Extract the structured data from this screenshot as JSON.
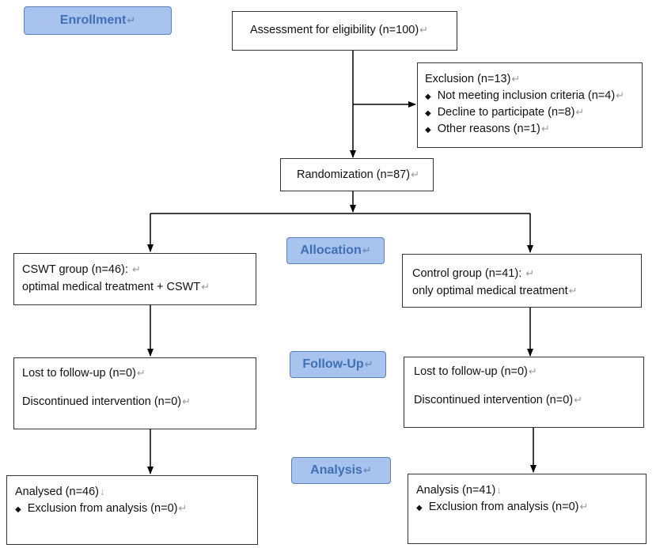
{
  "stages": {
    "enrollment": "Enrollment",
    "allocation": "Allocation",
    "follow_up": "Follow-Up",
    "analysis": "Analysis"
  },
  "paragraph_mark": "↵",
  "line_break_mark": "↓",
  "bullet_glyph": "◆",
  "assessment": "Assessment for eligibility (n=100)",
  "exclusion": {
    "title": "Exclusion (n=13)",
    "items": [
      "Not meeting inclusion criteria (n=4)",
      "Decline to participate (n=8)",
      "Other reasons (n=1)"
    ]
  },
  "randomization": "Randomization (n=87)",
  "cswt": {
    "allocation": {
      "line1": "CSWT group (n=46):",
      "line2": "optimal medical treatment + CSWT"
    },
    "follow_up": {
      "lost": "Lost to follow-up (n=0)",
      "discontinued": "Discontinued intervention (n=0)"
    },
    "analysis": {
      "title": "Analysed (n=46)",
      "item": "Exclusion from analysis (n=0)"
    }
  },
  "control": {
    "allocation": {
      "line1": "Control group (n=41):",
      "line2": "only optimal medical treatment"
    },
    "follow_up": {
      "lost": "Lost to follow-up (n=0)",
      "discontinued": "Discontinued intervention (n=0)"
    },
    "analysis": {
      "title": "Analysis (n=41)",
      "item": "Exclusion from analysis (n=0)"
    }
  },
  "colors": {
    "stage_fill": "#a7c3ee",
    "stage_text": "#3f6fb4",
    "box_border": "#333333",
    "arrow": "#000000"
  }
}
